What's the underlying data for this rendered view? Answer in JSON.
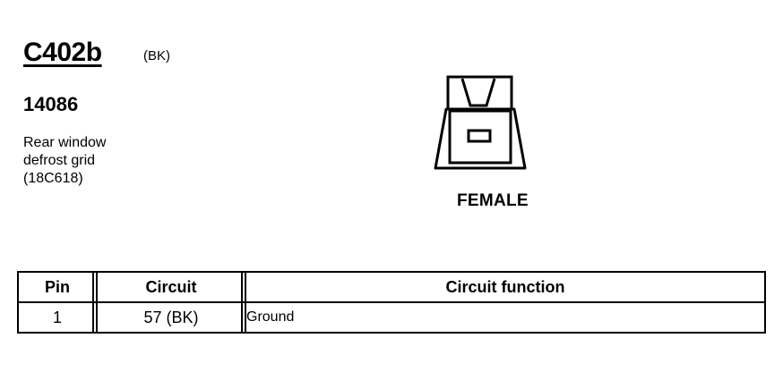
{
  "connector": {
    "id": "C402b",
    "color_code": "(BK)",
    "part_number": "14086",
    "description_lines": [
      "Rear window",
      "defrost grid",
      "(18C618)"
    ],
    "gender": "FEMALE"
  },
  "pinout_table": {
    "headers": {
      "pin": "Pin",
      "circuit": "Circuit",
      "function": "Circuit function"
    },
    "rows": [
      {
        "pin": "1",
        "circuit": "57 (BK)",
        "function": "Ground"
      }
    ]
  }
}
